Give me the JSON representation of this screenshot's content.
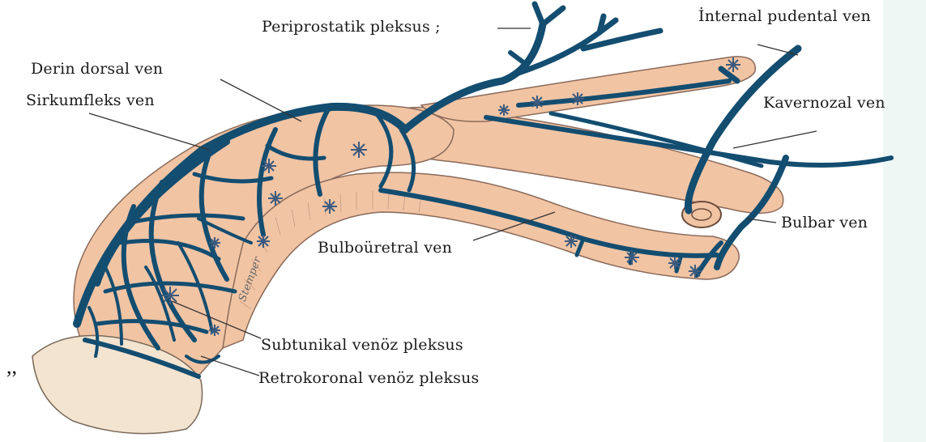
{
  "labels": {
    "periprostatic": "Periprostatik pleksus  ;",
    "internal_pudendal": "İnternal pudental ven",
    "deep_dorsal": "Derin dorsal ven",
    "circumflex": "Sirkumfleks ven",
    "cavernosal": "Kavernozal ven",
    "bulbar": "Bulbar ven",
    "bulbourethral": "Bulboüretral ven",
    "subtunical": "Subtunikal venöz pleksus",
    "retrocoronal": "Retrokoronal venöz pleksus"
  },
  "stray_mark": ",,",
  "artist_signature": "Stemper",
  "colors": {
    "vein": "#134d70",
    "tissue": "#f1c4a4",
    "glans": "#f3e4d0",
    "line": "#333333",
    "edge_tint": "#e2f0ec"
  }
}
